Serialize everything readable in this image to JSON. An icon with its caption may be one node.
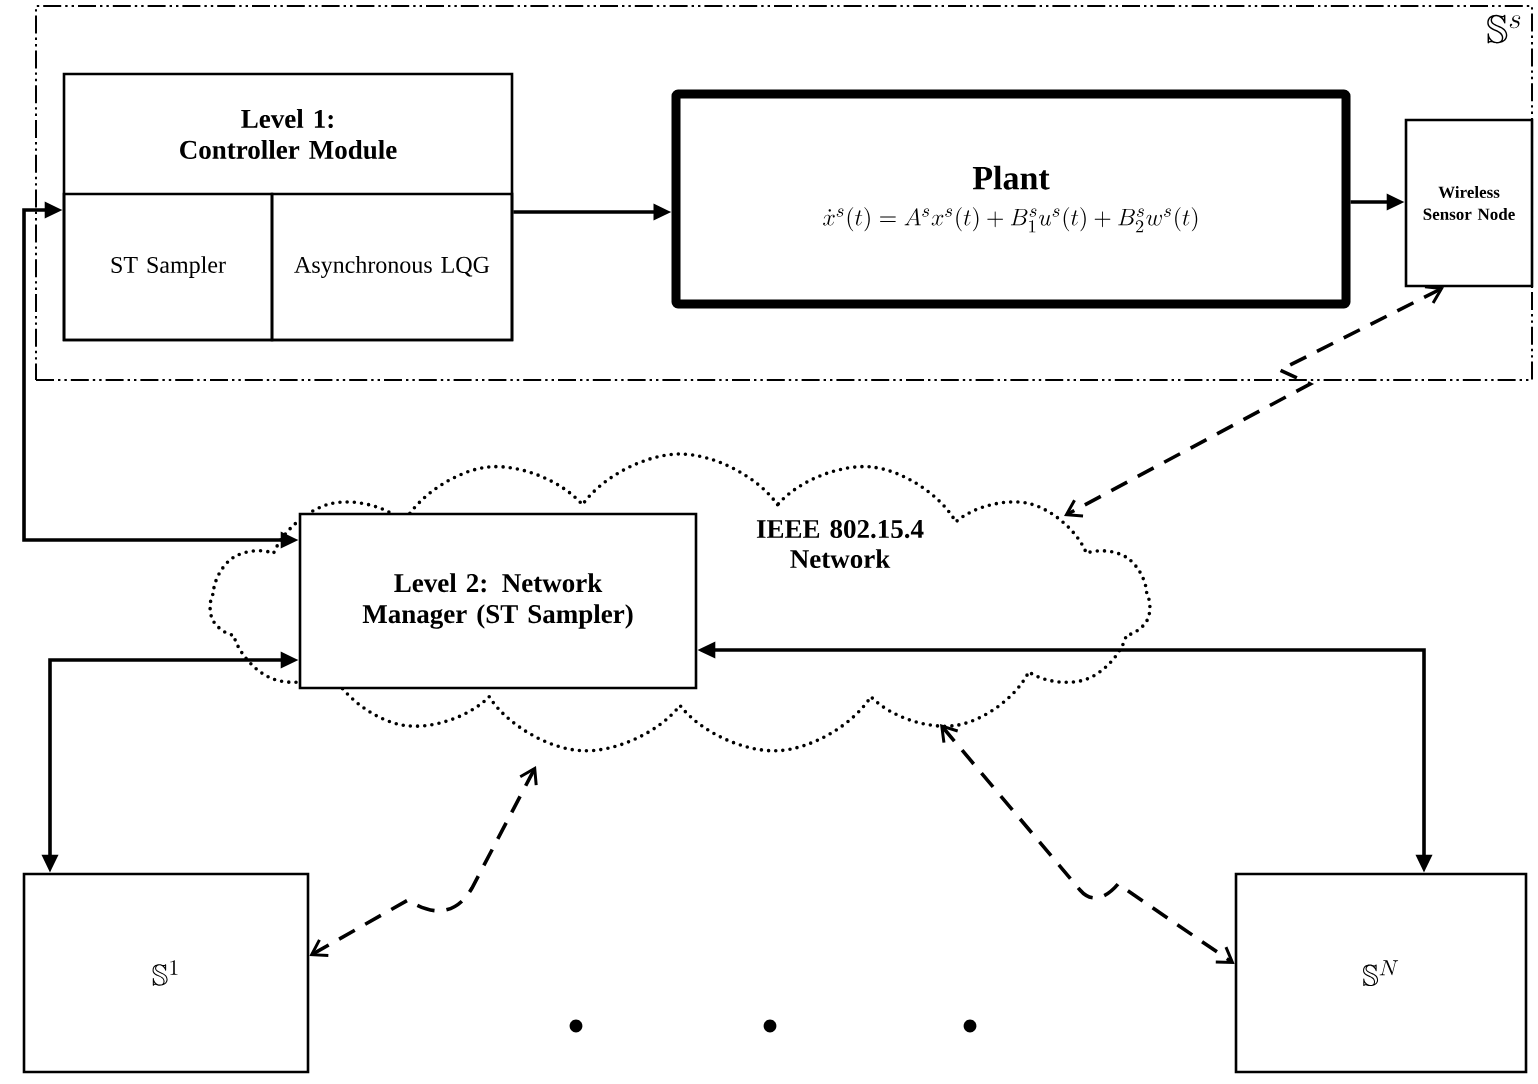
{
  "diagram": {
    "nodes": [
      {
        "text": [
          "\\mathbb{S}^s"
        ]
      },
      {
        "text": [
          "Level 1: Controller Module"
        ],
        "in": 0
      },
      {
        "text": [
          "ST Sampler"
        ],
        "in": 1
      },
      {
        "text": [
          "Asynchronous LQG"
        ],
        "in": 1
      },
      {
        "text": [
          "Plant",
          "\\dot{x}^s(t) = A^s x^s(t) + B_1^s u^s(t) + B_2^s w^s(t)"
        ],
        "in": 0
      },
      {
        "text": [
          "Wireless Sensor Node"
        ],
        "in": 0
      },
      {
        "text": [
          "IEEE 802.15.4 Network"
        ]
      },
      {
        "text": [
          "Level 2: Network Manager (ST Sampler)"
        ],
        "in": 6
      },
      {
        "text": [
          "\\mathbb{S}^1"
        ]
      },
      {
        "text": [
          "\\mathbb{S}^N"
        ]
      }
    ],
    "edges": [
      {
        "from": 1,
        "to": 4,
        "arrow": "to"
      },
      {
        "from": 4,
        "to": 5,
        "arrow": "to"
      },
      {
        "from": 7,
        "to": 1,
        "arrow": "both"
      },
      {
        "from": 7,
        "to": 8,
        "arrow": "both"
      },
      {
        "from": 7,
        "to": 9,
        "arrow": "both"
      },
      {
        "from": 5,
        "to": 6,
        "arrow": "both",
        "style": "dashed"
      },
      {
        "from": 6,
        "to": 8,
        "arrow": "both",
        "style": "dashed"
      },
      {
        "from": 6,
        "to": 9,
        "arrow": "both",
        "style": "dashed"
      }
    ]
  }
}
